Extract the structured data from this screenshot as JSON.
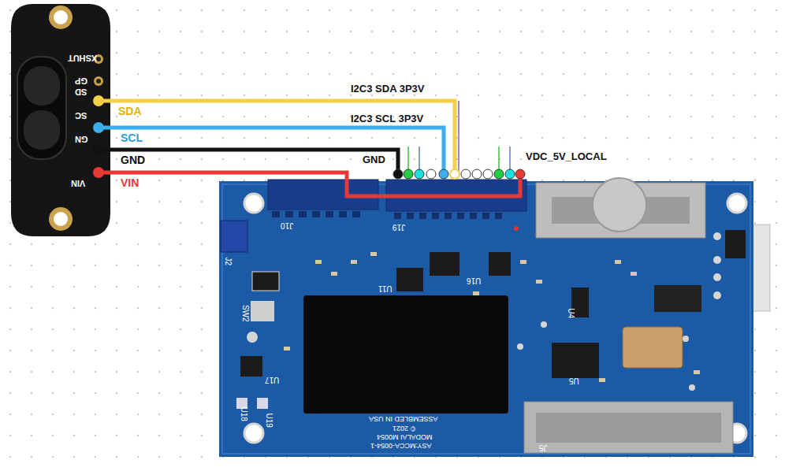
{
  "diagram": {
    "labels": [
      "XSHUT",
      "GP",
      "SD",
      "SC",
      "GN",
      "VIN",
      "SDA",
      "SCL",
      "GND",
      "VIN",
      "I2C3 SDA 3P3V",
      "I2C3 SCL 3P3V",
      "GND",
      "VDC_5V_LOCAL",
      "J10",
      "J19",
      "J2",
      "SW2",
      "U11",
      "U16",
      "U4",
      "U5",
      "U17",
      "U18",
      "U19",
      "J5",
      "ASSEMBLED IN USA",
      "© 2021",
      "MODALAI M0054",
      "ASY:MCCA-0054-1"
    ]
  }
}
